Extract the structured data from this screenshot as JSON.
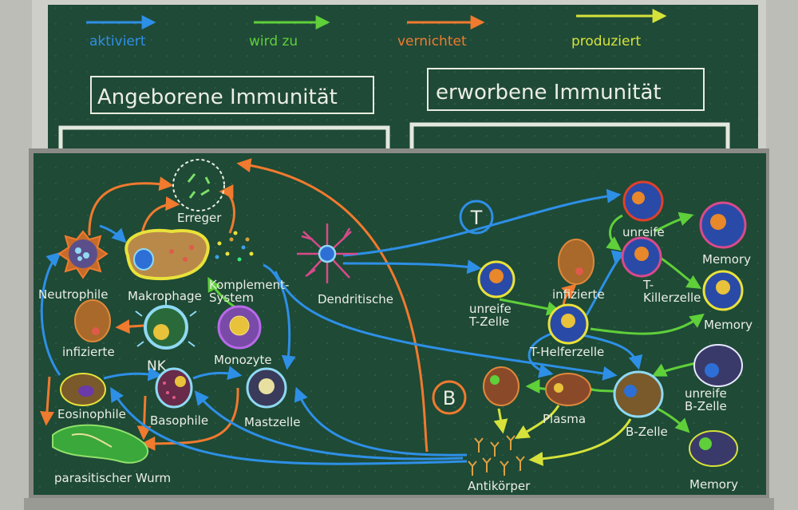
{
  "legend": {
    "activates": {
      "label": "aktiviert",
      "color": "#2e8fe6"
    },
    "becomes": {
      "label": "wird zu",
      "color": "#5fcf3a"
    },
    "destroys": {
      "label": "vernichtet",
      "color": "#f07a2e"
    },
    "produces": {
      "label": "produziert",
      "color": "#d6e23a"
    }
  },
  "headers": {
    "innate": "Angeborene Immunität",
    "acquired": "erworbene Immunität"
  },
  "branches": {
    "t": "T",
    "b": "B"
  },
  "cells": {
    "pathogen": "Erreger",
    "neutrophil": "Neutrophile",
    "macrophage": "Makrophage",
    "complement": "Komplement-\nSystem",
    "dendritic": "Dendritische",
    "infected_left": "infizierte",
    "nk": "NK",
    "monocyte": "Monozyte",
    "eosinophil": "Eosinophile",
    "basophil": "Basophile",
    "mast_cell": "Mastzelle",
    "parasitic_worm": "parasitischer Wurm",
    "immature_t": "unreife\nT-Zelle",
    "immature_killer": "unreife",
    "killer_t": "T-\nKillerzelle",
    "infected_right": "infizierte",
    "memory_killer": "Memory",
    "memory_helper": "Memory",
    "helper_t": "T-Helferzelle",
    "immature_b": "unreife\nB-Zelle",
    "b_cell": "B-Zelle",
    "plasma": "Plasma",
    "memory_b": "Memory",
    "antibody": "Antikörper"
  }
}
